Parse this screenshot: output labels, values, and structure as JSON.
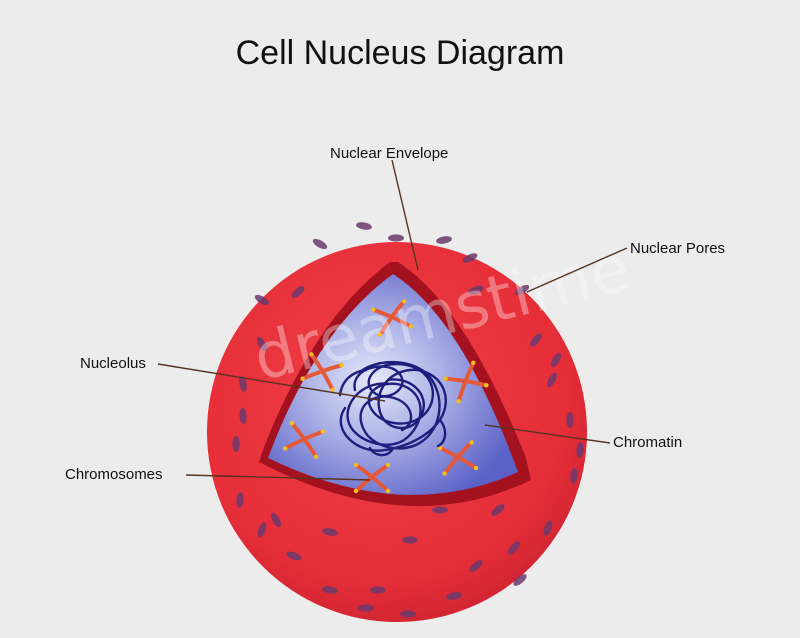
{
  "diagram": {
    "title": "Cell Nucleus Diagram",
    "watermark": "dreamstime",
    "labels": {
      "nuclear_envelope": "Nuclear Envelope",
      "nuclear_pores": "Nuclear Pores",
      "nucleolus": "Nucleolus",
      "chromatin": "Chromatin",
      "chromosomes": "Chromosomes"
    },
    "colors": {
      "background": "#ececec",
      "nucleus_outer": "#e8323c",
      "nucleus_edge": "#c2202c",
      "envelope_cut": "#a3121e",
      "nucleoplasm_center": "#dfe2f6",
      "nucleoplasm_edge": "#5d63c8",
      "pore": "#6b3a6e",
      "chromatin_coil": "#1e1f7c",
      "chromosome": "#e4593a",
      "chromosome_tip": "#f4c020",
      "leader_line": "#5a3220"
    }
  }
}
